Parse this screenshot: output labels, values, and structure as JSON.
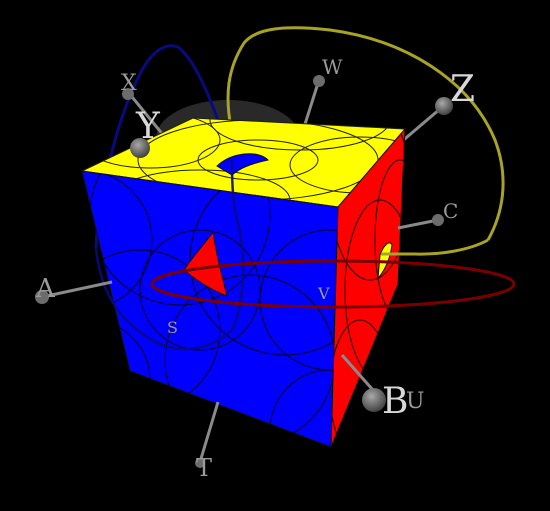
{
  "axes": {
    "x": "X",
    "y": "Y",
    "w": "W",
    "z": "Z",
    "c": "C",
    "a": "A",
    "s": "S",
    "v": "V",
    "b": "B",
    "u": "U",
    "t": "T"
  },
  "colors": {
    "background": "#000000",
    "face_top": "#ffff00",
    "face_front": "#0000ff",
    "face_right": "#ff0000",
    "ring_navy": "#0a0a80",
    "ring_olive": "#a9a325",
    "ring_maroon": "#7a0000",
    "axis_gray": "#8a8a8a",
    "label_light": "#d8d8d8"
  }
}
